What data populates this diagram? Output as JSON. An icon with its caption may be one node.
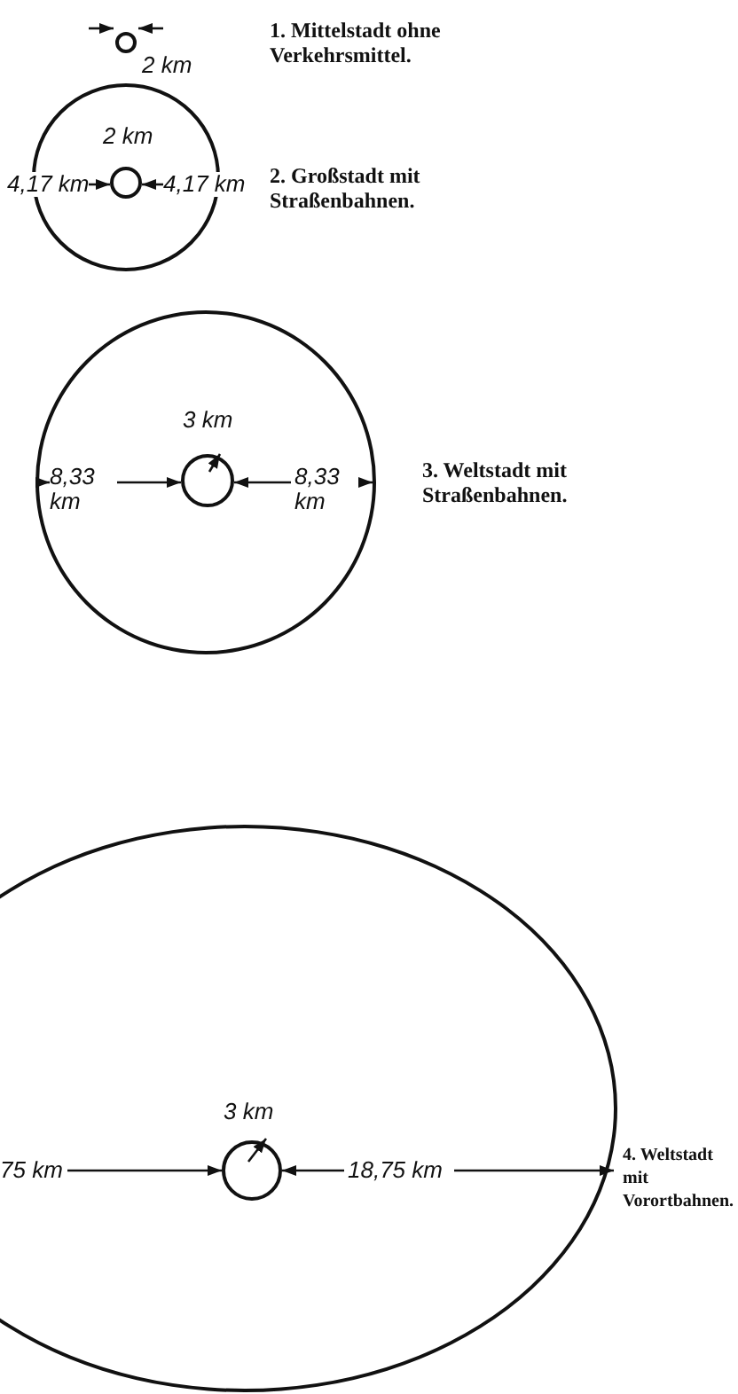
{
  "diagram": {
    "nodes": [
      {
        "text": [],
        "shape": "circle",
        "beside": [
          "2 km"
        ]
      },
      {
        "text": [],
        "shape": "circle"
      },
      {
        "text": [],
        "shape": "circle",
        "in": 1,
        "beside": [
          "2 km"
        ]
      },
      {
        "text": [],
        "shape": "circle"
      },
      {
        "text": [],
        "shape": "circle",
        "in": 3,
        "beside": [
          "3 km"
        ]
      },
      {
        "text": [],
        "shape": "circle"
      },
      {
        "text": [],
        "shape": "circle",
        "in": 5,
        "beside": [
          "3 km"
        ]
      }
    ],
    "labels": [
      "1. Mittelstadt ohne Verkehrsmittel.",
      "4,17 km",
      "4,17 km",
      "2. Großstadt mit Straßenbahnen.",
      "8,33 km",
      "8,33 km",
      "3. Weltstadt mit Straßenbahnen.",
      "75 km",
      "18,75 km",
      "4. Weltstadt mit Vorortbahnen."
    ]
  }
}
